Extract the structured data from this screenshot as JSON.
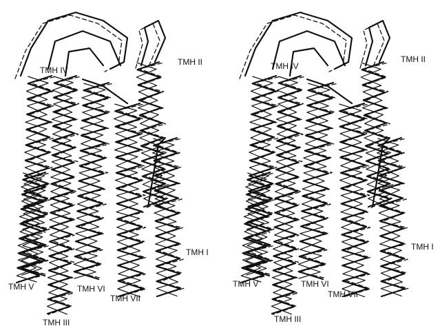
{
  "panels": [
    {
      "name": "left",
      "labels": {
        "tmh_ii": "TMH II",
        "tmh_iv": "TMH IV",
        "tmh_i": "TMH I",
        "tmh_v": "TMH V",
        "tmh_vi": "TMH VI",
        "tmh_vii": "TMH VII",
        "tmh_iii": "TMH III"
      }
    },
    {
      "name": "right",
      "labels": {
        "tmh_ii": "TMH II",
        "tmh_iv": "TMH IV",
        "tmh_i": "TMH I",
        "tmh_v": "TMH V",
        "tmh_vi": "TMH VI",
        "tmh_vii": "TMH VII",
        "tmh_iii": "TMH III"
      }
    }
  ],
  "colors": {
    "trace": "#111111",
    "background": "#ffffff"
  },
  "line_styles": [
    "solid",
    "dashed"
  ]
}
